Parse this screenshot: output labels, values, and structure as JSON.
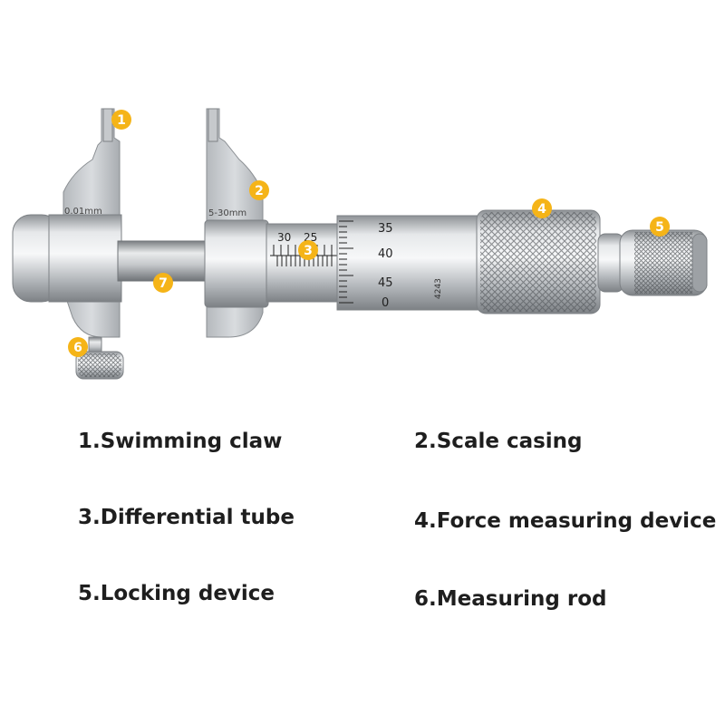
{
  "jaw_left_text": "0.01mm",
  "jaw_right_text": "5-30mm",
  "sleeve_numbers": [
    "30",
    "25"
  ],
  "thimble_numbers": [
    "35",
    "40",
    "45",
    "0"
  ],
  "thimble_mark": "4243",
  "callouts": [
    "1",
    "2",
    "3",
    "4",
    "5",
    "6",
    "7"
  ],
  "callout_color": "#f5b418",
  "legend": [
    "1.Swimming claw",
    "2.Scale casing",
    "3.Differential tube",
    "4.Force measuring device",
    "5.Locking device",
    "6.Measuring rod"
  ]
}
